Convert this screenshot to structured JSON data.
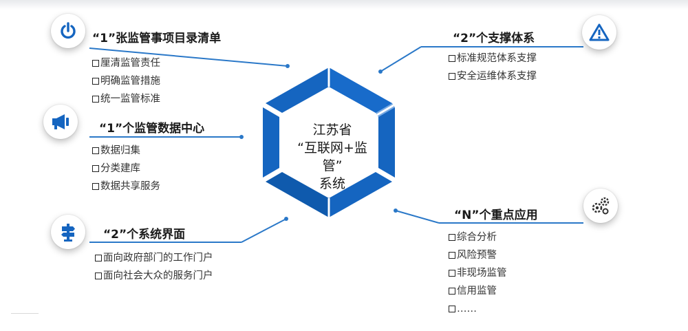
{
  "center": {
    "line1": "江苏省",
    "line2": "“互联网+监管”",
    "line3": "系统"
  },
  "blocks": {
    "catalog": {
      "title": "“1”张监管事项目录清单",
      "items": [
        "厘清监管责任",
        "明确监管措施",
        "统一监管标准"
      ]
    },
    "datacenter": {
      "title": "“1”个监管数据中心",
      "items": [
        "数据归集",
        "分类建库",
        "数据共享服务"
      ]
    },
    "interfaces": {
      "title": "“2”个系统界面",
      "items": [
        "面向政府部门的工作门户",
        "面向社会大众的服务门户"
      ]
    },
    "support": {
      "title": "“2”个支撑体系",
      "items": [
        "标准规范体系支撑",
        "安全运维体系支撑"
      ]
    },
    "apps": {
      "title": "“N”个重点应用",
      "items": [
        "综合分析",
        "风险预警",
        "非现场监管",
        "信用监管",
        "……"
      ]
    }
  },
  "icons": {
    "catalog": "power-icon",
    "datacenter": "megaphone-icon",
    "interfaces": "signpost-icon",
    "support": "warning-icon",
    "apps": "gears-icon"
  },
  "colors": {
    "accent": "#1565c0",
    "accent_dark": "#0d4d9a",
    "line": "#2a78c8"
  }
}
